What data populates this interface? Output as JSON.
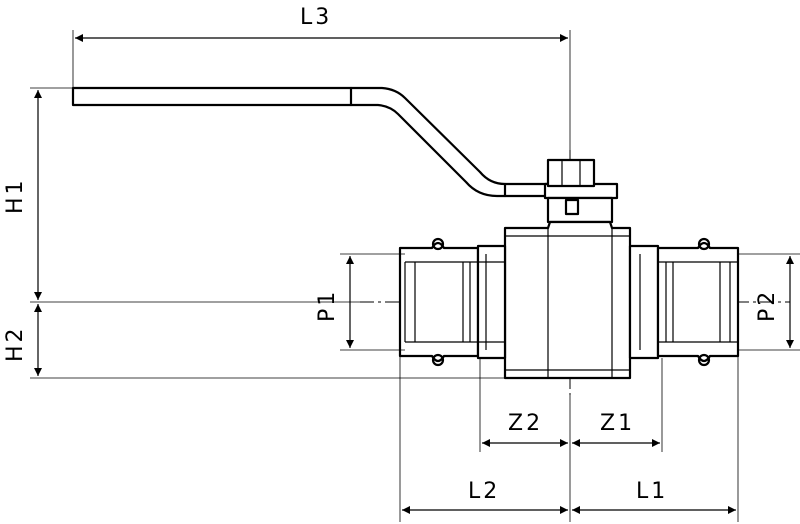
{
  "labels": {
    "l3": "L3",
    "h1": "H1",
    "h2": "H2",
    "p1": "P1",
    "p2": "P2",
    "z2": "Z2",
    "z1": "Z1",
    "l2": "L2",
    "l1": "L1"
  }
}
